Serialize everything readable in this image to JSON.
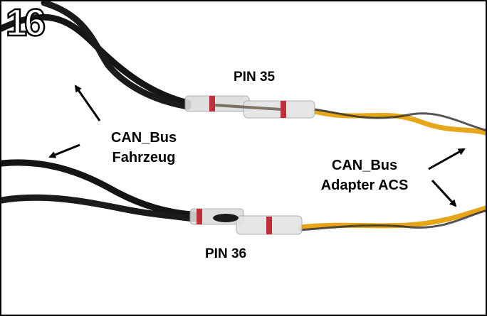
{
  "step_number": "16",
  "labels": {
    "pin_top": "PIN 35",
    "pin_bottom": "PIN 36",
    "vehicle_line1": "CAN_Bus",
    "vehicle_line2": "Fahrzeug",
    "adapter_line1": "CAN_Bus",
    "adapter_line2": "Adapter ACS"
  },
  "colors": {
    "black_wire": "#141414",
    "yellow_wire": "#e8a818",
    "shrink_tube": "#d9d9d9",
    "solder_band": "#c0303a",
    "frame_border": "#000000"
  }
}
